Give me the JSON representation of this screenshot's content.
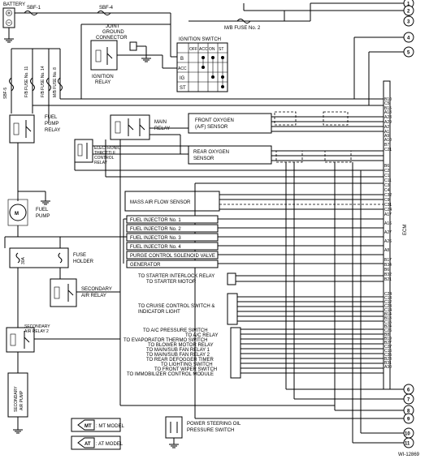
{
  "labels": {
    "battery": "BATTERY",
    "sbf1": "SBF-1",
    "sbf4": "SBF-4",
    "mb_fuse": "M/B FUSE No. 2",
    "joint_ground_1": "JOINT",
    "joint_ground_2": "GROUND",
    "joint_ground_3": "CONNECTOR",
    "ign_relay_1": "IGNITION",
    "ign_relay_2": "RELAY",
    "ign_switch": "IGNITION SWITCH",
    "sbf5": "SBF-5",
    "fb_fuse11": "F/B FUSE No. 11",
    "fb_fuse14": "F/B FUSE No. 14",
    "mb_fuse8": "M/B FUSE No. 8",
    "fuel_pump_relay_1": "FUEL",
    "fuel_pump_relay_2": "PUMP",
    "fuel_pump_relay_3": "RELAY",
    "main_relay_1": "MAIN",
    "main_relay_2": "RELAY",
    "etc_relay_1": "ELECTRONIC",
    "etc_relay_2": "THROTTLE",
    "etc_relay_3": "CONTROL",
    "etc_relay_4": "RELAY",
    "front_o2_1": "FRONT OXYGEN",
    "front_o2_2": "(A/F) SENSOR",
    "rear_o2_1": "REAR OXYGEN",
    "rear_o2_2": "SENSOR",
    "fuel_pump_1": "FUEL",
    "fuel_pump_2": "PUMP",
    "maf": "MASS AIR FLOW SENSOR",
    "fuse_holder_1": "FUSE",
    "fuse_holder_2": "HOLDER",
    "fuse_30a": "30A",
    "sec_air_relay_1": "SECONDARY",
    "sec_air_relay_2": "AIR RELAY",
    "sec_air_relay2_1": "SECONDARY",
    "sec_air_relay2_2": "AIR RELAY 2",
    "sec_air_pump_1": "SECONDARY",
    "sec_air_pump_2": "AIR PUMP",
    "ps_switch_1": "POWER STEERING OIL",
    "ps_switch_2": "PRESSURE SWITCH",
    "ecm": "ECM",
    "mt_badge": "MT",
    "mt_legend": ": MT MODEL",
    "at_badge": "AT",
    "at_legend": ": AT MODEL",
    "figure_code": "WI-12869"
  },
  "ign_switch_table": {
    "columns": [
      "OFF",
      "ACC",
      "ON",
      "ST"
    ],
    "rows": [
      "B",
      "ACC",
      "IG",
      "ST"
    ]
  },
  "component_boxes": [
    "FUEL INJECTOR No. 1",
    "FUEL INJECTOR No. 2",
    "FUEL INJECTOR No. 3",
    "FUEL INJECTOR No. 4",
    "PURGE CONTROL SOLENOID VALVE",
    "GENERATOR"
  ],
  "destinations_group1": [
    "TO STARTER INTERLOCK RELAY",
    "TO STARTER MOTOR"
  ],
  "destinations_group2": [
    "TO CRUISE CONTROL SWITCH &",
    "INDICATOR LIGHT"
  ],
  "destinations_group3": [
    "TO A/C PRESSURE SWITCH",
    "TO A/C RELAY",
    "TO EVAPORATOR THERMO SWITCH",
    "TO BLOWER MOTOR RELAY",
    "TO MAIN/SUB FAN RELAY 1",
    "TO MAIN/SUB FAN RELAY 2",
    "TO REAR DEFOGGER TIMER",
    "TO LIGHTING SWITCH",
    "TO FRONT WIPER SWITCH",
    "TO IMMOBILIZER CONTROL MODULE"
  ],
  "ecm_pins": [
    "B10",
    "C5",
    "B15",
    "A18",
    "A28",
    "A29",
    "A2",
    "A1",
    "A9",
    "A10",
    "B7",
    "C21",
    "B6",
    "C2",
    "C1",
    "C11",
    "C3",
    "C4",
    "C32",
    "C9",
    "C31",
    "C24",
    "A17",
    "A16",
    "A27",
    "A26",
    "A8",
    "B17",
    "B34",
    "B6",
    "B32",
    "B21",
    "C24",
    "C13",
    "C12",
    "C23",
    "C14",
    "B14",
    "B13",
    "C15",
    "B24",
    "C26",
    "B8",
    "B19",
    "B27",
    "C27",
    "C16",
    "C35",
    "B23",
    "B31",
    "A30"
  ],
  "connector_numbers": [
    "1",
    "2",
    "3",
    "4",
    "5",
    "6",
    "7",
    "8",
    "9",
    "10",
    "11"
  ]
}
